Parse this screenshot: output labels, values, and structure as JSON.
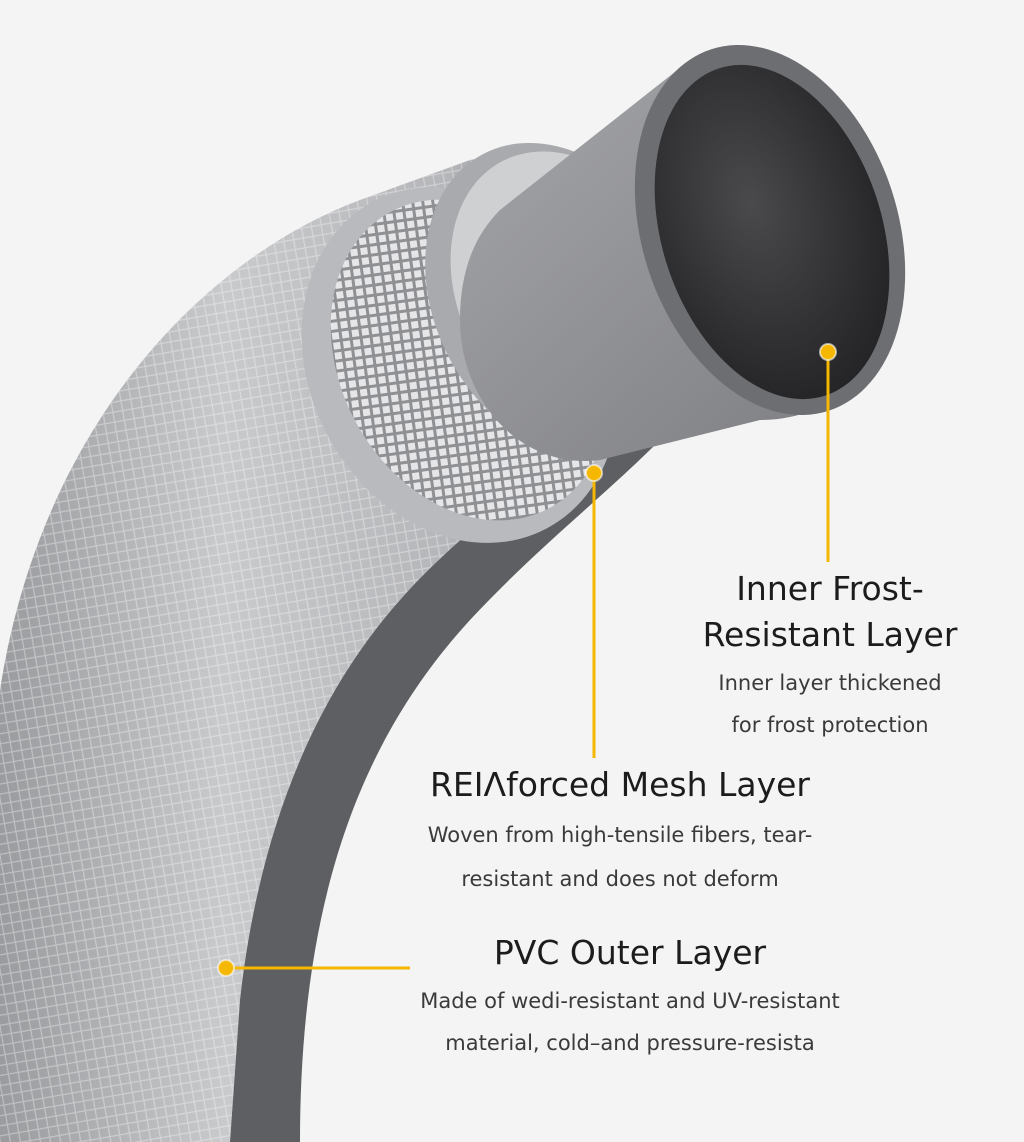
{
  "accent_color": "#f5b700",
  "callouts": {
    "inner": {
      "title_line1": "Inner Frost-",
      "title_line2": "Resistant Layer",
      "desc_line1": "Inner layer thickened",
      "desc_line2": "for frost protection"
    },
    "mesh": {
      "title": "REIɅforced Mesh Layer",
      "desc_line1": "Woven from high-tensile fibers, tear-",
      "desc_line2": "resistant and does not deform"
    },
    "pvc": {
      "title": "PVC Outer Layer",
      "desc_line1": "Made of wedi-resistant and UV-resistant",
      "desc_line2": "material, cold–and pressure-resista"
    }
  }
}
